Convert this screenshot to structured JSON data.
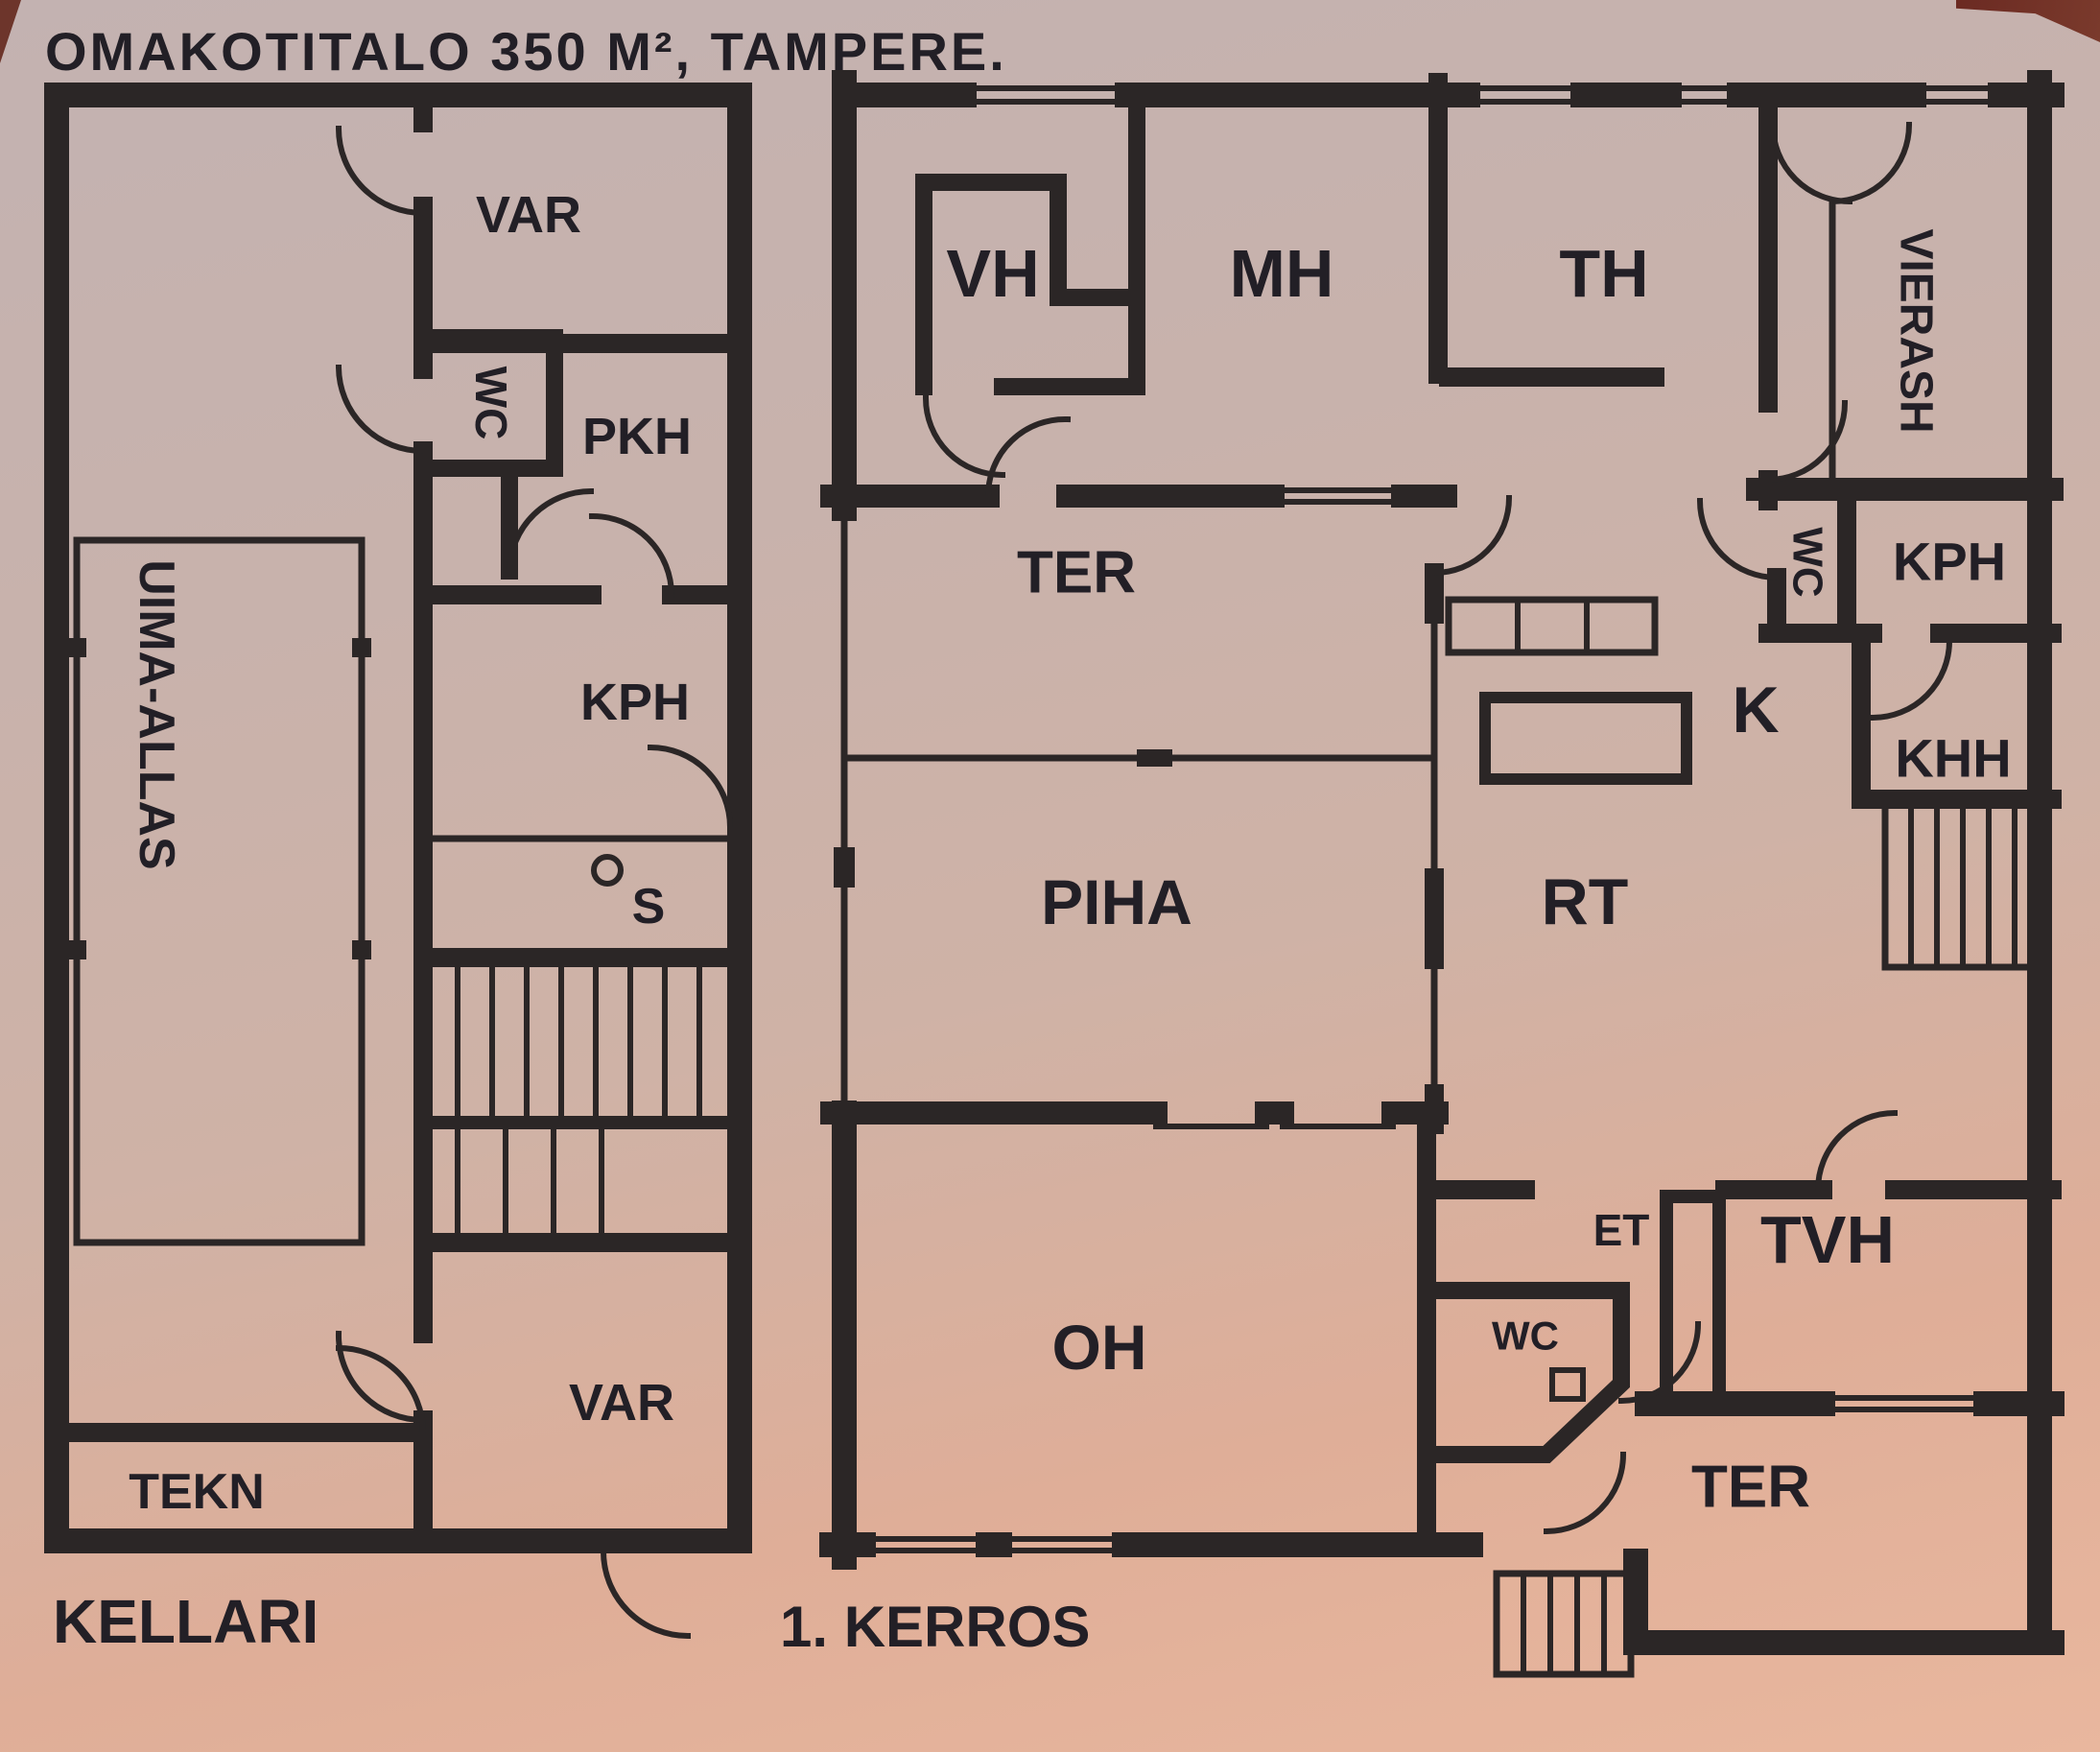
{
  "title": "OMAKOTITALO 350 M², TAMPERE.",
  "colors": {
    "background_top": "#c3b2b1",
    "background_bottom": "#e9b79e",
    "wall": "#2b2626",
    "text": "#221f26",
    "corner_accent": "#6b2a22"
  },
  "floors": [
    {
      "label": "KELLARI",
      "rooms": [
        "VAR",
        "WC",
        "PKH",
        "KPH",
        "UIMA-ALLAS",
        "S",
        "VAR",
        "TEKN"
      ]
    },
    {
      "label": "1. KERROS",
      "rooms": [
        "VH",
        "MH",
        "TH",
        "VIERASH",
        "WC",
        "KPH",
        "TER",
        "K",
        "KHH",
        "PIHA",
        "RT",
        "ET",
        "TVH",
        "OH",
        "WC",
        "TER"
      ]
    }
  ]
}
